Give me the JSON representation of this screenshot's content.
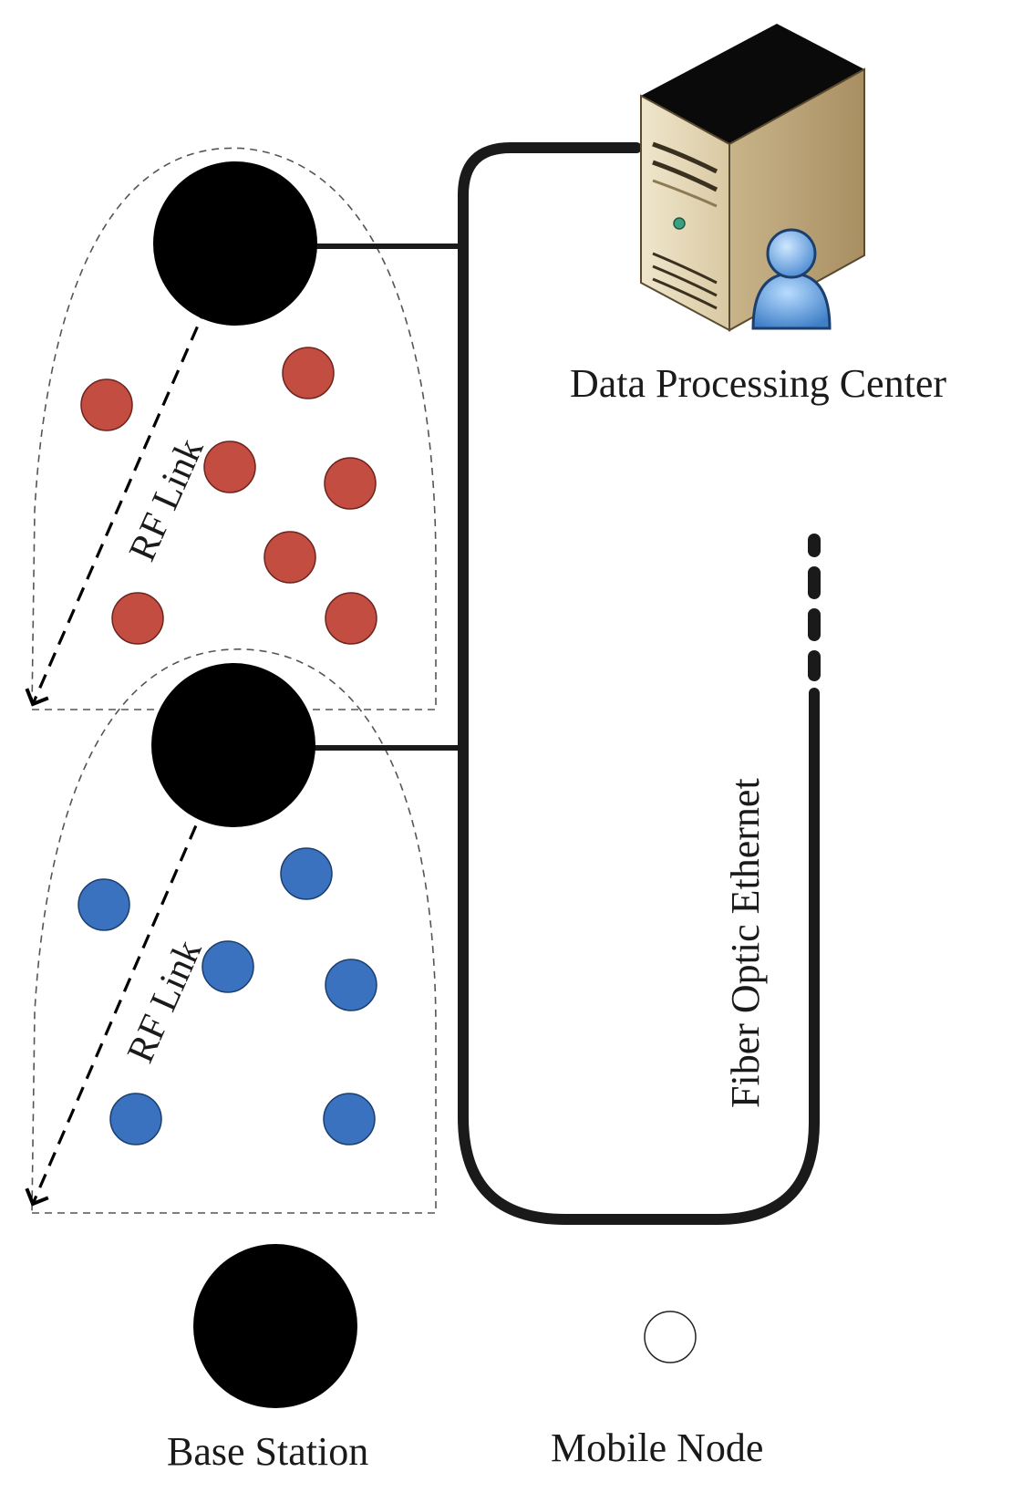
{
  "labels": {
    "data_center": "Data Processing Center",
    "rf_link_top": "RF Link",
    "rf_link_bottom": "RF Link",
    "fiber": "Fiber Optic Ethernet",
    "legend_base_station": "Base Station",
    "legend_mobile_node": "Mobile Node"
  },
  "colors": {
    "cluster_top_nodes": "#c44d42",
    "cluster_bottom_nodes": "#3a72c0",
    "base_station": "#000000",
    "mobile_node_legend": "#ffffff"
  },
  "icons": {
    "server": "server-with-user-icon"
  }
}
